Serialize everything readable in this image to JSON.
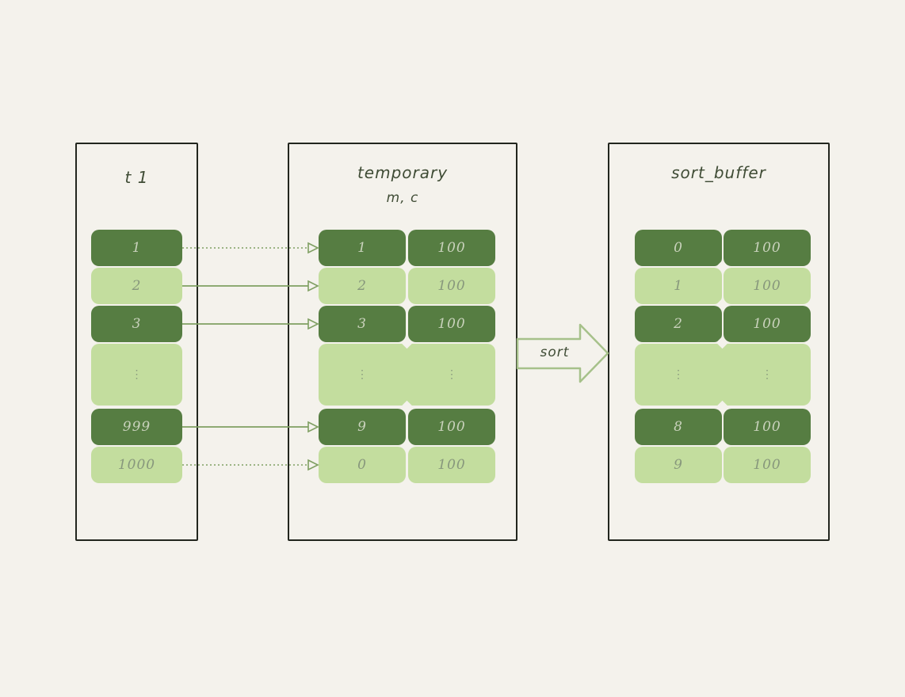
{
  "diagram": {
    "description": "Table sorting diagram: table t1 rows feed a temporary table (m, c) which is sorted into sort_buffer",
    "background_color": "#f4f2ec",
    "t1": {
      "title": "t 1",
      "cells": [
        {
          "value": "1",
          "tone": "dark"
        },
        {
          "value": "2",
          "tone": "light"
        },
        {
          "value": "3",
          "tone": "dark"
        },
        {
          "value": "⋮",
          "tone": "light"
        },
        {
          "value": "999",
          "tone": "dark"
        },
        {
          "value": "1000",
          "tone": "light"
        }
      ]
    },
    "temporary": {
      "title": "temporary",
      "subtitle": "m, c",
      "rows": [
        {
          "m": "1",
          "c": "100",
          "tone": "dark"
        },
        {
          "m": "2",
          "c": "100",
          "tone": "light"
        },
        {
          "m": "3",
          "c": "100",
          "tone": "dark"
        },
        {
          "m": "⋮",
          "c": "⋮",
          "tone": "light"
        },
        {
          "m": "9",
          "c": "100",
          "tone": "dark"
        },
        {
          "m": "0",
          "c": "100",
          "tone": "light"
        }
      ]
    },
    "sort_buffer": {
      "title": "sort_buffer",
      "rows": [
        {
          "m": "0",
          "c": "100",
          "tone": "dark"
        },
        {
          "m": "1",
          "c": "100",
          "tone": "light"
        },
        {
          "m": "2",
          "c": "100",
          "tone": "dark"
        },
        {
          "m": "⋮",
          "c": "⋮",
          "tone": "light"
        },
        {
          "m": "8",
          "c": "100",
          "tone": "dark"
        },
        {
          "m": "9",
          "c": "100",
          "tone": "light"
        }
      ]
    },
    "sort_arrow_label": "sort",
    "colors": {
      "dark_cell": "#567d42",
      "light_cell": "#c3dd9e",
      "text_on_dark": "#c9d2bc",
      "text_on_light": "#87977c",
      "title_text": "#3f4c35",
      "connector_arrow": "#7f9f62",
      "sort_arrow_outline": "#a6c18a",
      "box_border": "#22261e"
    }
  }
}
